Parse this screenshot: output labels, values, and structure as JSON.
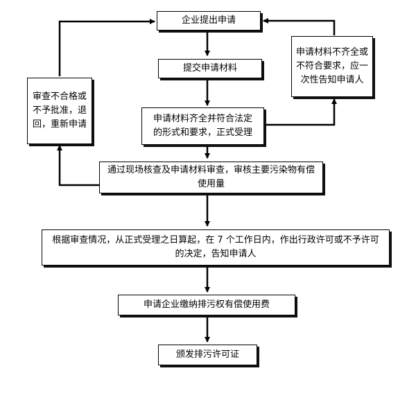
{
  "diagram": {
    "steps": {
      "apply": "企业提出申请",
      "submit": "提交申请材料",
      "accept": "申请材料齐全并符合法定的形式和要求，正式受理",
      "review": "通过现场核查及申请材料审查，审核主要污染物有偿使用量",
      "decision": "根据审查情况，从正式受理之日算起，在 7 个工作日内，作出行政许可或不予许可的决定，告知申请人",
      "pay": "申请企业缴纳排污权有偿使用费",
      "issue": "颁发排污许可证"
    },
    "side": {
      "incomplete": "申请材料不齐全或不符合要求，应一次性告知申请人",
      "rejected": "审查不合格或不予批准，退回，重新申请"
    }
  }
}
